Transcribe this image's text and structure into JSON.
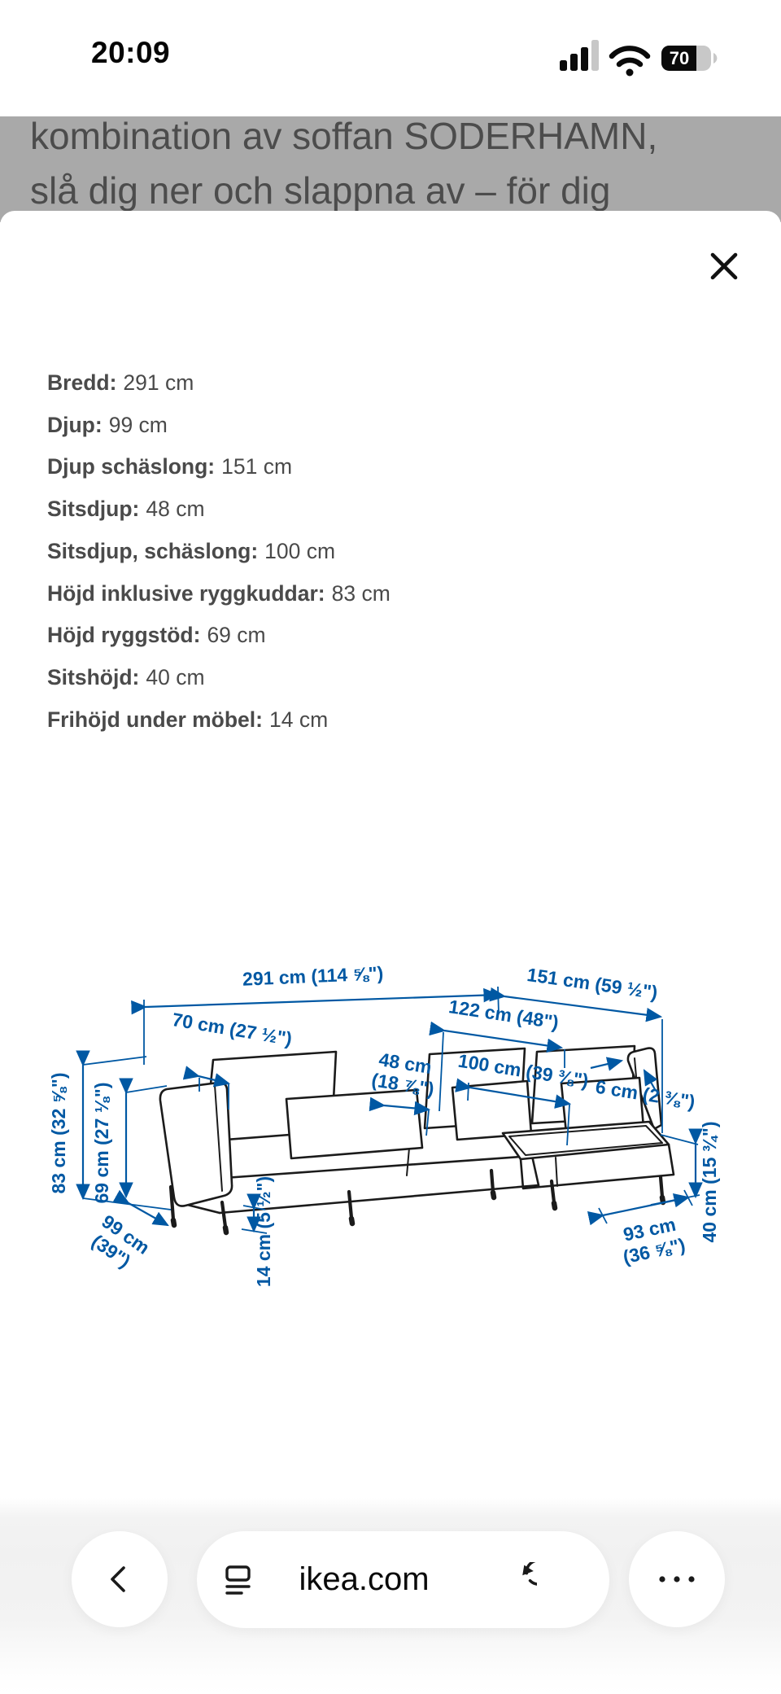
{
  "status_bar": {
    "time": "20:09",
    "battery_level": "70"
  },
  "dimmed_page": {
    "line1": "kombination av soffan SODERHAMN,",
    "line2": "slå dig ner och slappna av – för dig"
  },
  "sheet": {
    "measurements": [
      {
        "label": "Bredd:",
        "value": "291 cm"
      },
      {
        "label": "Djup:",
        "value": "99 cm"
      },
      {
        "label": "Djup schäslong:",
        "value": "151 cm"
      },
      {
        "label": "Sitsdjup:",
        "value": "48 cm"
      },
      {
        "label": "Sitsdjup, schäslong:",
        "value": "100 cm"
      },
      {
        "label": "Höjd inklusive ryggkuddar:",
        "value": "83 cm"
      },
      {
        "label": "Höjd ryggstöd:",
        "value": "69 cm"
      },
      {
        "label": "Sitshöjd:",
        "value": "40 cm"
      },
      {
        "label": "Frihöjd under möbel:",
        "value": "14 cm"
      }
    ],
    "diagram_labels": {
      "total_width": "291 cm (114 ⅝\")",
      "chaise_depth": "151 cm (59 ½\")",
      "back_width": "122 cm (48\")",
      "seat_width": "70 cm (27 ½\")",
      "seat_depth_line1": "48 cm",
      "seat_depth_line2": "(18 ⅞\")",
      "chaise_seat_depth": "100 cm (39 ⅜\")",
      "armrest_width": "6 cm (2 ⅜\")",
      "height_total": "83 cm (32 ⅝\")",
      "height_backrest": "69 cm (27 ⅛\")",
      "depth_line1": "99 cm",
      "depth_line2": "(39\")",
      "clearance": "14 cm (5 ½\")",
      "chaise_width_line1": "93 cm",
      "chaise_width_line2": "(36 ⅝\")",
      "seat_height": "40 cm (15 ¾\")"
    }
  },
  "toolbar": {
    "url": "ikea.com"
  },
  "colors": {
    "dimension_blue": "#0058a3",
    "dim_overlay": "#a9a9a9",
    "sofa_line": "#1b1b1b"
  }
}
